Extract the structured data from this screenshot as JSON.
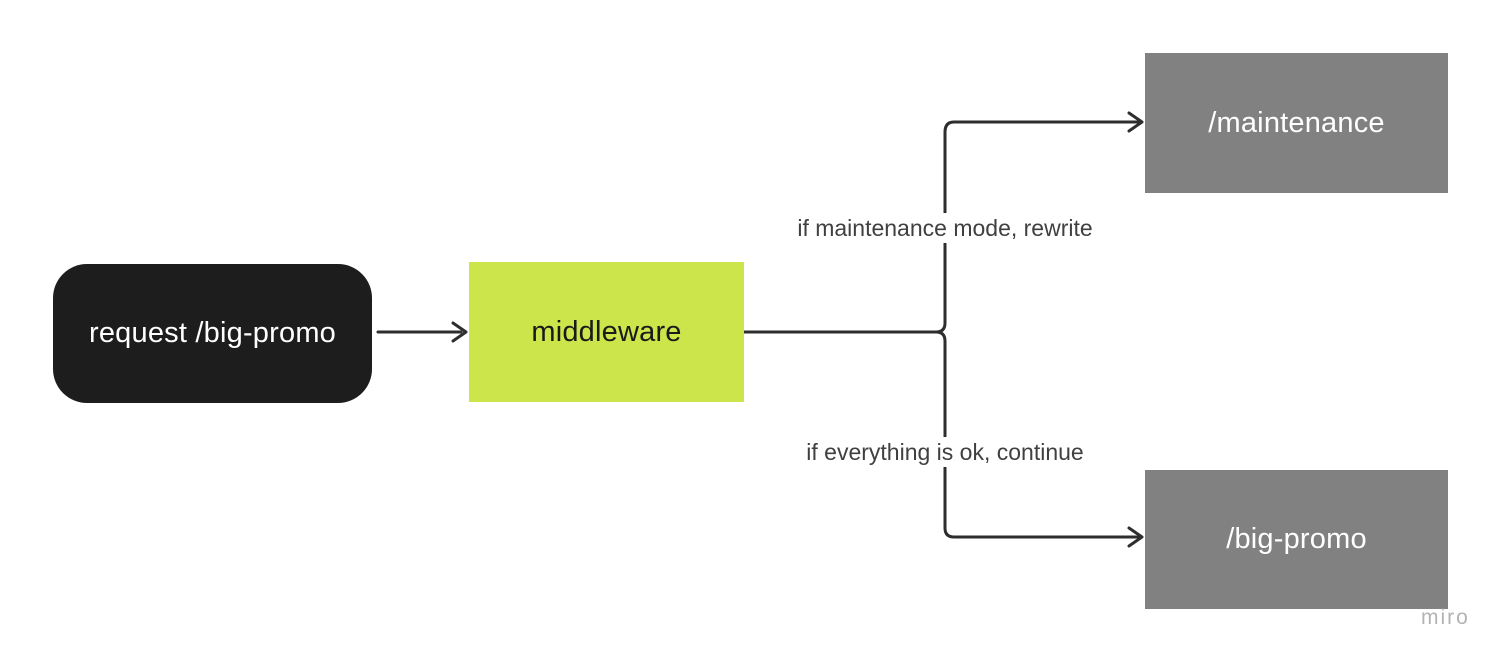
{
  "nodes": {
    "request": {
      "label": "request /big-promo"
    },
    "middleware": {
      "label": "middleware"
    },
    "maintenance": {
      "label": "/maintenance"
    },
    "big_promo": {
      "label": "/big-promo"
    }
  },
  "edge_labels": {
    "maintenance_branch": "if maintenance mode, rewrite",
    "ok_branch": "if everything is ok, continue"
  },
  "watermark": "miro",
  "colors": {
    "background": "#ffffff",
    "node-request-bg": "#1d1d1d",
    "node-request-text": "#ffffff",
    "node-middleware-bg": "#cbe54a",
    "node-middleware-text": "#1a1a1a",
    "node-route-bg": "#818181",
    "node-route-text": "#ffffff",
    "connector": "#2e2e2e",
    "edge-label-text": "#404040",
    "watermark": "#b3b3b3"
  }
}
